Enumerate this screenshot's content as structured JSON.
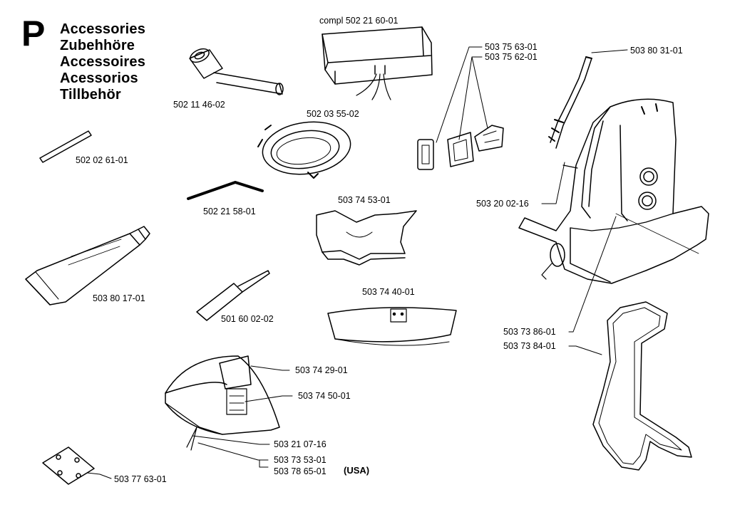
{
  "section": {
    "letter": "P",
    "titles": [
      "Accessories",
      "Zubehhöre",
      "Accessoires",
      "Acessorios",
      "Tillbehör"
    ]
  },
  "parts": {
    "trimmer_bag": "compl 502 21 60-01",
    "buckle_a": "503 75 63-01",
    "buckle_b": "503 75 62-01",
    "hook_strap": "503 80 31-01",
    "combi_wrench": "502 11 46-02",
    "line_reel": "502 03 55-02",
    "pin": "502 02 61-01",
    "hex_key": "502 21 58-01",
    "grease_tube": "503 80 17-01",
    "file_tool": "501 60 02-02",
    "harness_screw": "503 20 02-16",
    "shield_insert": "503 74 53-01",
    "guard_small": "503 74 40-01",
    "guard_large": "503 74 29-01",
    "guard_bracket": "503 74 50-01",
    "guard_screw": "503 21 07-16",
    "guard_kit": "503 73 53-01",
    "guard_kit_usa": "503 78 65-01",
    "usa_note": "(USA)",
    "harness": "503 73 86-01",
    "stand": "503 73 84-01",
    "decal": "503 77 63-01"
  }
}
